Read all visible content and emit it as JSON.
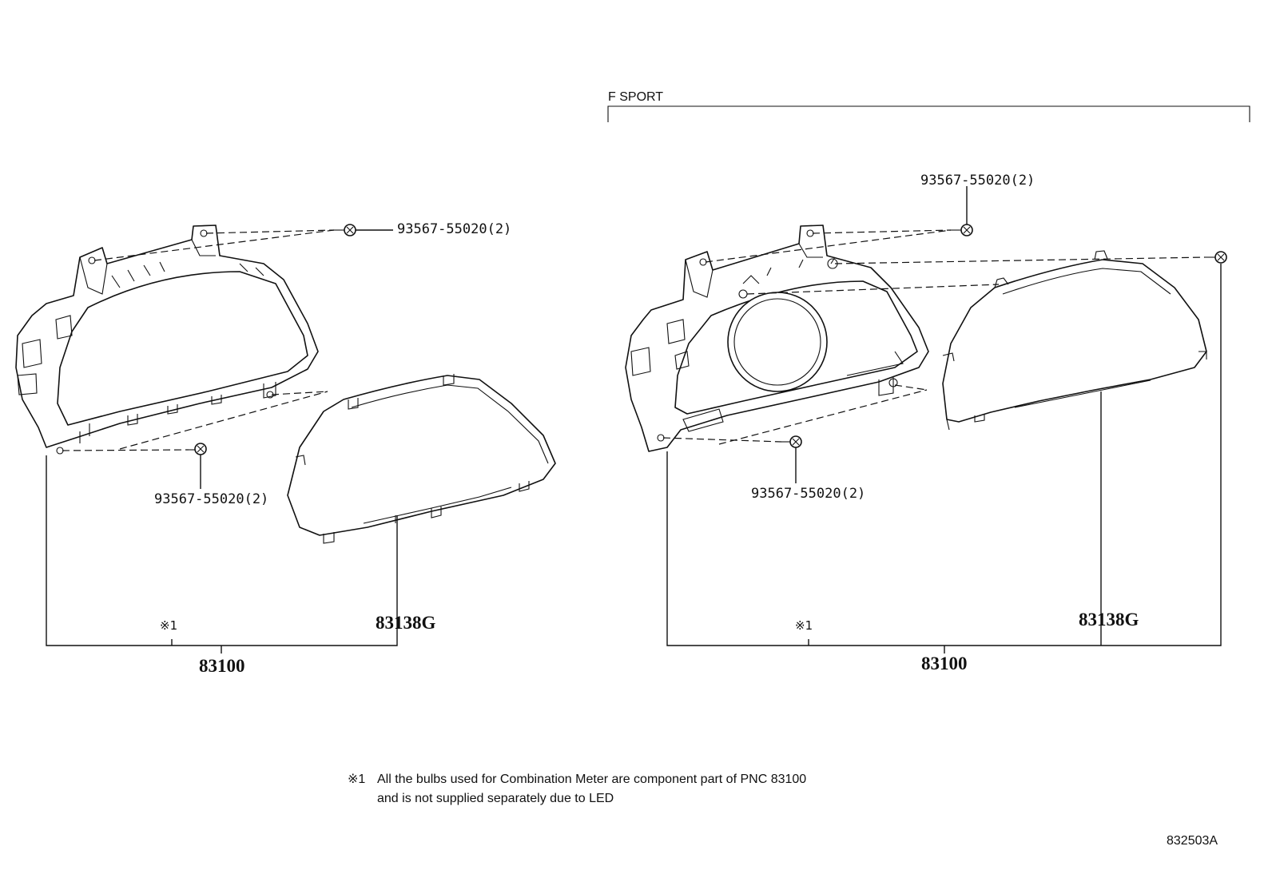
{
  "group_label": "F SPORT",
  "left": {
    "screw_top_label": "93567-55020(2)",
    "screw_bottom_label": "93567-55020(2)",
    "glass_label": "83138G",
    "assembly_label": "83100",
    "note_mark": "※1"
  },
  "right": {
    "screw_top_label": "93567-55020(2)",
    "screw_bottom_label": "93567-55020(2)",
    "glass_label": "83138G",
    "assembly_label": "83100",
    "note_mark": "※1"
  },
  "footnote": {
    "mark": "※1",
    "line1": "All the bulbs used for Combination Meter are component part of PNC 83100",
    "line2": "and is not supplied separately due to LED"
  },
  "diagram_ref": "832503A"
}
